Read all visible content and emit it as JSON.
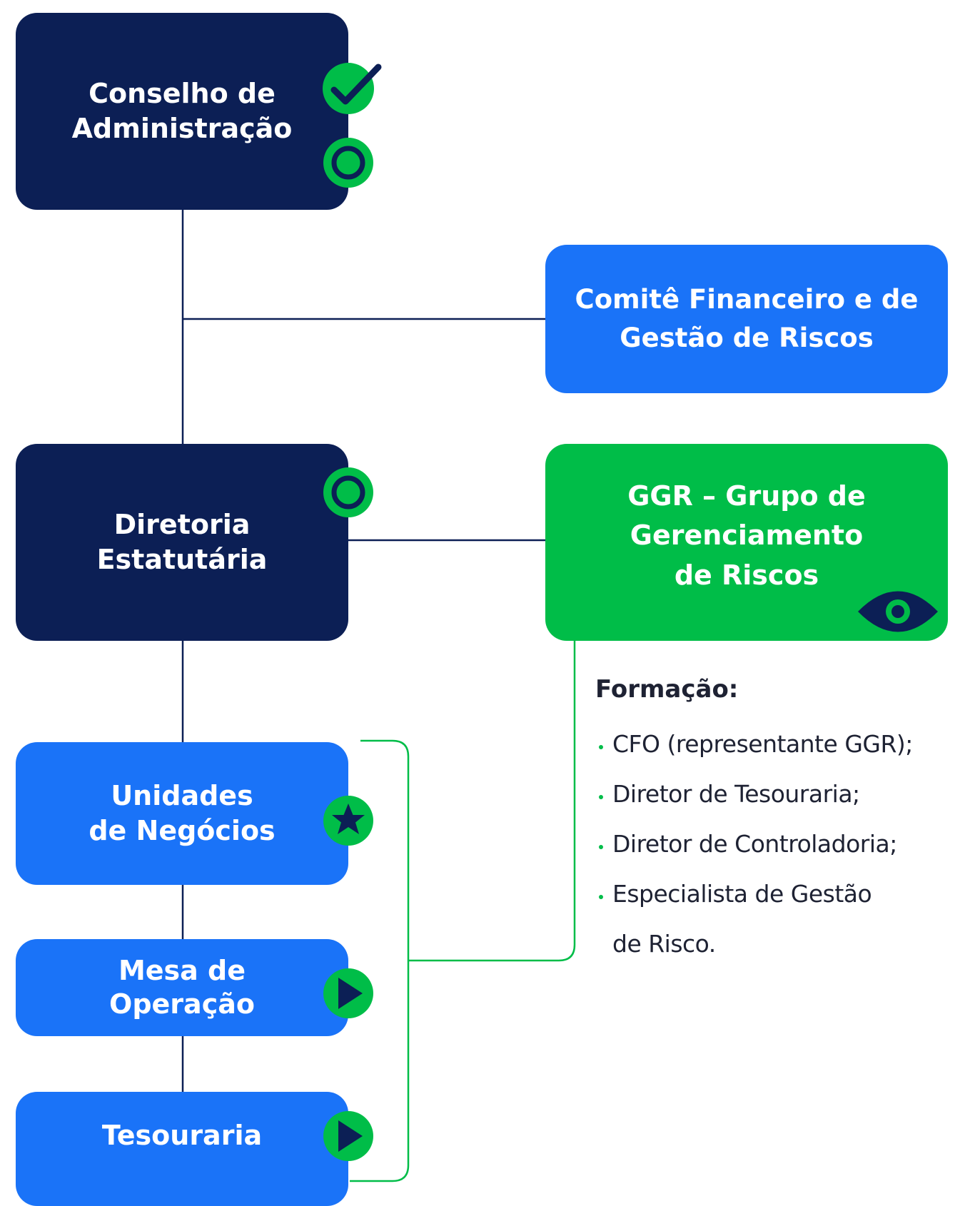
{
  "colors": {
    "navy": "#0c1f55",
    "blue": "#1a73f8",
    "green": "#00bd48",
    "text": "#1e2233"
  },
  "boxes": {
    "conselho": {
      "label": "Conselho de\nAdministração",
      "icons": [
        "check-icon",
        "target-icon"
      ]
    },
    "comite": {
      "label": "Comitê Financeiro e de\nGestão de Riscos"
    },
    "diretoria": {
      "label": "Diretoria\nEstatutária",
      "icons": [
        "target-icon"
      ]
    },
    "ggr": {
      "label": "GGR – Grupo de\nGerenciamento\nde Riscos",
      "icons": [
        "eye-icon"
      ]
    },
    "unidades": {
      "label": "Unidades\nde Negócios",
      "icons": [
        "star-icon"
      ]
    },
    "mesa": {
      "label": "Mesa de\nOperação",
      "icons": [
        "play-icon"
      ]
    },
    "tesouraria": {
      "label": "Tesouraria",
      "icons": [
        "play-icon"
      ]
    }
  },
  "formacao": {
    "title": "Formação:",
    "items": [
      "CFO (representante GGR);",
      "Diretor de Tesouraria;",
      "Diretor de Controladoria;",
      "Especialista de Gestão\nde Risco."
    ]
  }
}
